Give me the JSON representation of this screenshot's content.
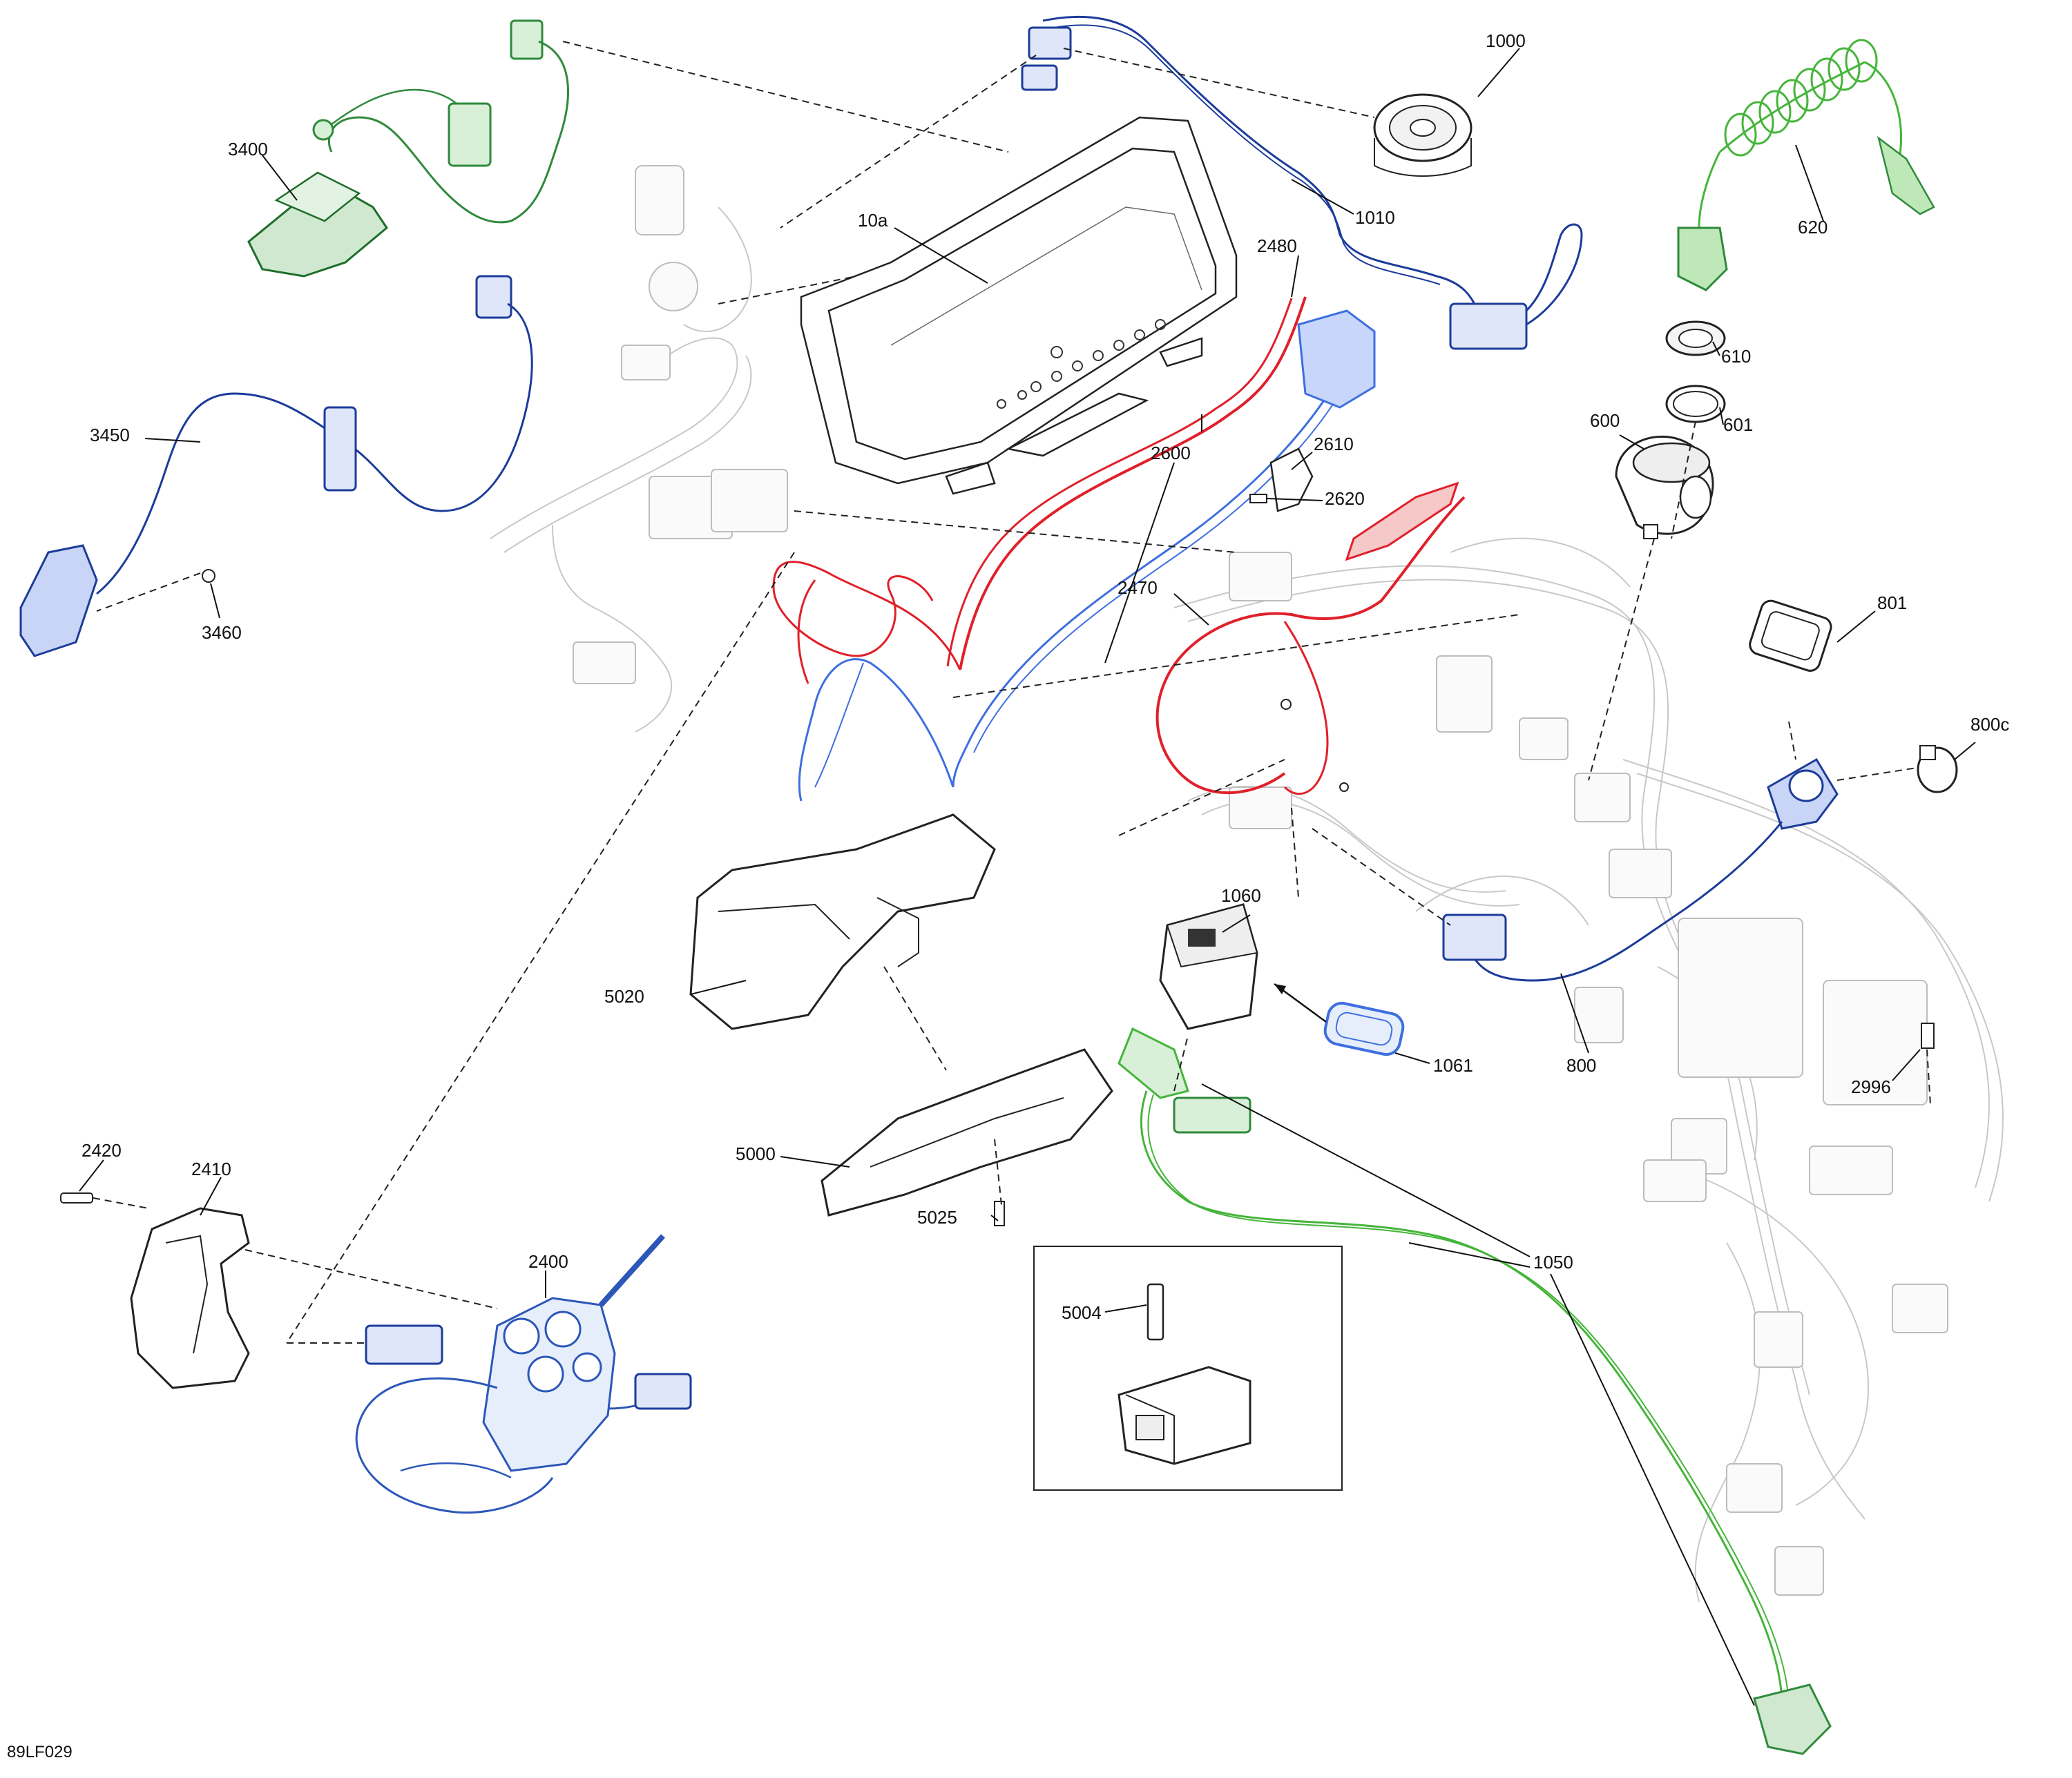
{
  "reference_code": "89LF029",
  "colors": {
    "green": "#2f8a3c",
    "light_green": "#45b53a",
    "blue": "#1c3c9a",
    "light_blue": "#3e6fe0",
    "red": "#e0202a",
    "gray": "#c8c8c8",
    "black": "#222222"
  },
  "callouts": [
    {
      "id": "1000",
      "text": "1000"
    },
    {
      "id": "1010",
      "text": "1010"
    },
    {
      "id": "10a",
      "text": "10a"
    },
    {
      "id": "2480",
      "text": "2480"
    },
    {
      "id": "620",
      "text": "620"
    },
    {
      "id": "3400",
      "text": "3400"
    },
    {
      "id": "3450",
      "text": "3450"
    },
    {
      "id": "3460",
      "text": "3460"
    },
    {
      "id": "2610",
      "text": "2610"
    },
    {
      "id": "2600",
      "text": "2600"
    },
    {
      "id": "2620",
      "text": "2620"
    },
    {
      "id": "610",
      "text": "610"
    },
    {
      "id": "601",
      "text": "601"
    },
    {
      "id": "600",
      "text": "600"
    },
    {
      "id": "2470",
      "text": "2470"
    },
    {
      "id": "801",
      "text": "801"
    },
    {
      "id": "800c",
      "text": "800c"
    },
    {
      "id": "1060",
      "text": "1060"
    },
    {
      "id": "5020",
      "text": "5020"
    },
    {
      "id": "1061",
      "text": "1061"
    },
    {
      "id": "800",
      "text": "800"
    },
    {
      "id": "2996",
      "text": "2996"
    },
    {
      "id": "5000",
      "text": "5000"
    },
    {
      "id": "5025",
      "text": "5025"
    },
    {
      "id": "2420",
      "text": "2420"
    },
    {
      "id": "2410",
      "text": "2410"
    },
    {
      "id": "2400",
      "text": "2400"
    },
    {
      "id": "1050",
      "text": "1050"
    },
    {
      "id": "5004",
      "text": "5004"
    }
  ]
}
